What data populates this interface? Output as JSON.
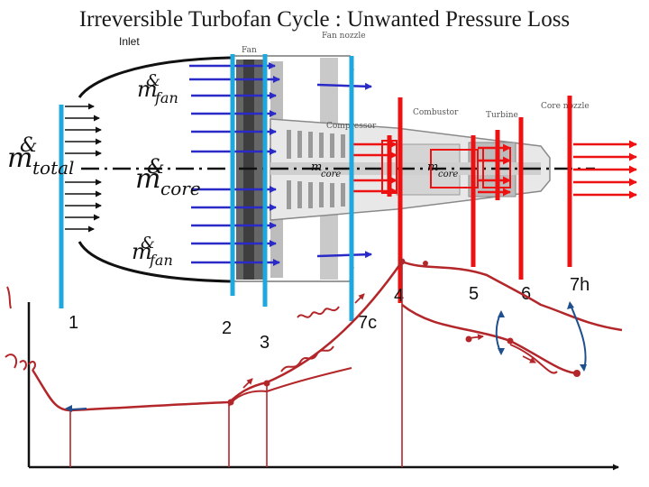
{
  "title": "Irreversible Turbofan Cycle : Unwanted Pressure Loss",
  "engine_labels": {
    "inlet": "Inlet",
    "fan": "Fan",
    "fan_nozzle": "Fan nozzle",
    "compressor": "Compressor",
    "combustor": "Combustor",
    "turbine": "Turbine",
    "core_nozzle": "Core nozzle"
  },
  "flow_labels": {
    "m_total": "total",
    "m_core": "core",
    "m_fan_top": "fan",
    "m_fan_bottom": "fan",
    "m_core_inner": "core",
    "m_core_turbine": "core"
  },
  "stations": {
    "s1": "1",
    "s2": "2",
    "s3": "3",
    "s4": "4",
    "s5": "5",
    "s6": "6",
    "s7c": "7c",
    "s7h": "7h"
  },
  "colors": {
    "cold_station": "#1ea8dd",
    "hot_station": "#ee1111",
    "arrow_blue": "#2a2ac8",
    "arrow_red": "#ee1111",
    "sketch_red": "#b3262a",
    "sketch_blue": "#1f4f8c"
  }
}
